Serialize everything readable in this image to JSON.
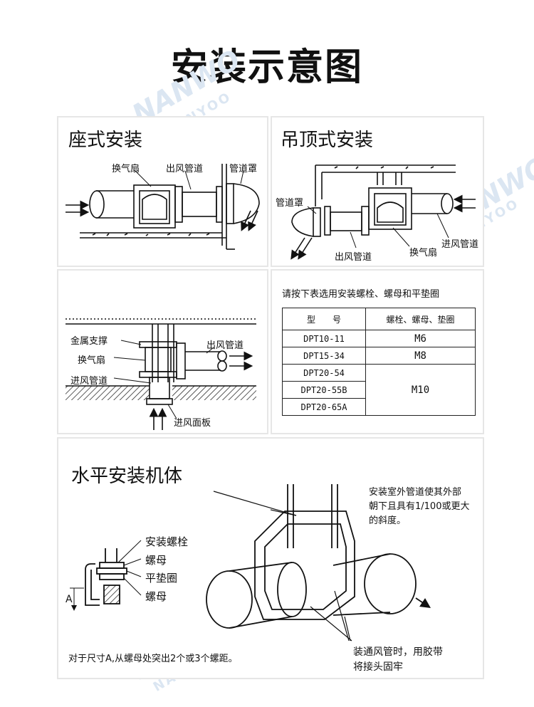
{
  "title": "安装示意图",
  "watermark": {
    "logo": "NANWO",
    "text": "NANYOO"
  },
  "floor_mount": {
    "heading": "座式安装",
    "labels": {
      "fan": "换气扇",
      "outlet_duct": "出风管道",
      "duct_cover": "管道罩"
    }
  },
  "ceiling_mount": {
    "heading": "吊顶式安装",
    "labels": {
      "duct_cover": "管道罩",
      "outlet_duct": "出风管道",
      "fan": "换气扇",
      "inlet_duct": "进风管道"
    }
  },
  "suspended": {
    "labels": {
      "bracket": "金属支撑",
      "outlet_duct": "出风管道",
      "fan": "换气扇",
      "inlet_duct": "进风管道",
      "inlet_panel": "进风面板"
    }
  },
  "spec_table": {
    "intro": "请按下表选用安装螺栓、螺母和平垫圈",
    "headers": [
      "型　　号",
      "螺栓、螺母、垫圈"
    ],
    "rows": [
      {
        "model": "DPT10-11",
        "bolt": "M6"
      },
      {
        "model": "DPT15-34",
        "bolt": "M8"
      },
      {
        "model": "DPT20-54",
        "bolt": "M10"
      },
      {
        "model": "DPT20-55B",
        "bolt": ""
      },
      {
        "model": "DPT20-65A",
        "bolt": ""
      }
    ]
  },
  "horizontal": {
    "heading": "水平安装机体",
    "parts": {
      "bolt": "安装螺栓",
      "nut": "螺母",
      "washer": "平垫圈",
      "nut2": "螺母"
    },
    "dimension": "A",
    "note_a": "对于尺寸A,从螺母处突出2个或3个螺距。",
    "note_slope": [
      "安装室外管道使其外部",
      "朝下且具有1/100或更大",
      "的斜度。"
    ],
    "note_tape": [
      "装通风管时，用胶带",
      "将接头固牢"
    ]
  }
}
